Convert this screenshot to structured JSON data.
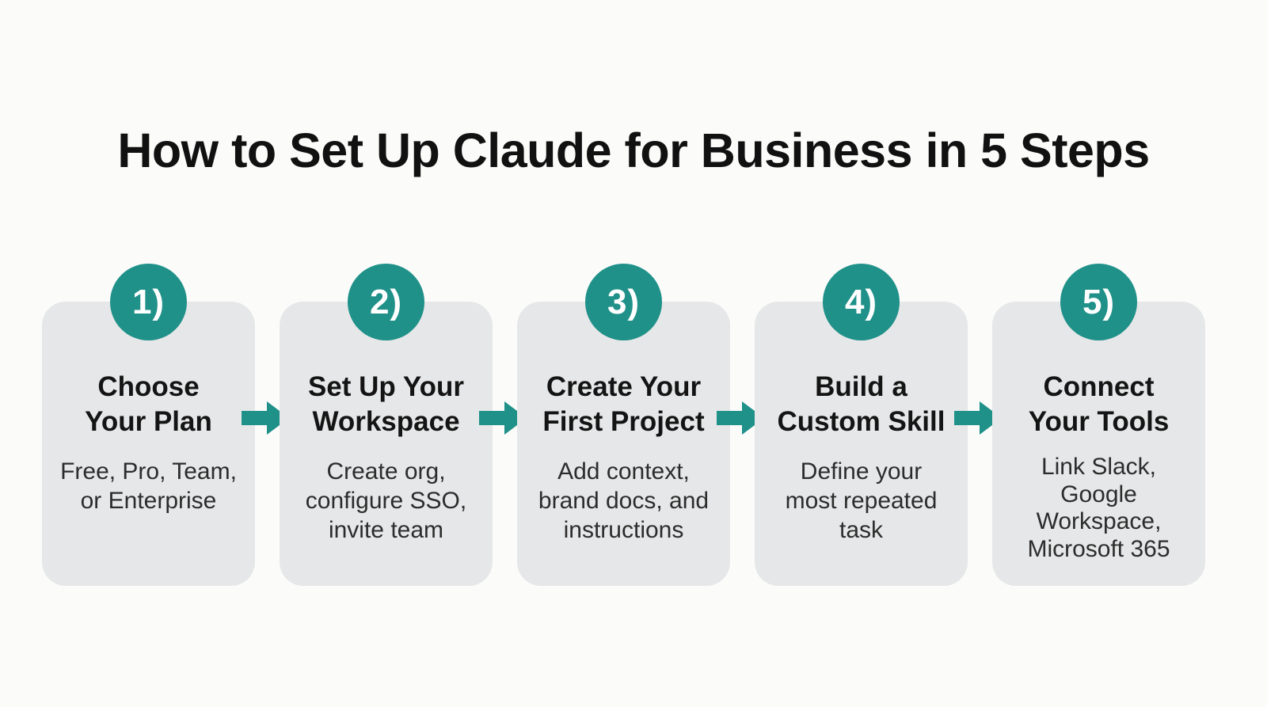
{
  "title": "How to Set Up Claude for Business in 5 Steps",
  "colors": {
    "accent": "#1f9189",
    "card_background": "#e6e7e8",
    "page_background": "#fbfbfa"
  },
  "steps": [
    {
      "badge": "1)",
      "heading": [
        "Choose",
        "Your Plan"
      ],
      "description": [
        "Free, Pro, Team,",
        "or Enterprise"
      ]
    },
    {
      "badge": "2)",
      "heading": [
        "Set Up Your",
        "Workspace"
      ],
      "description": [
        "Create org,",
        "configure SSO,",
        "invite team"
      ]
    },
    {
      "badge": "3)",
      "heading": [
        "Create Your",
        "First Project"
      ],
      "description": [
        "Add context,",
        "brand docs, and",
        "instructions"
      ]
    },
    {
      "badge": "4)",
      "heading": [
        "Build a",
        "Custom Skill"
      ],
      "description": [
        "Define your",
        "most repeated",
        "task"
      ]
    },
    {
      "badge": "5)",
      "heading": [
        "Connect",
        "Your Tools"
      ],
      "description": [
        "Link Slack,",
        "Google",
        "Workspace,",
        "Microsoft 365"
      ]
    }
  ],
  "connector_icon": "arrow-right-icon"
}
